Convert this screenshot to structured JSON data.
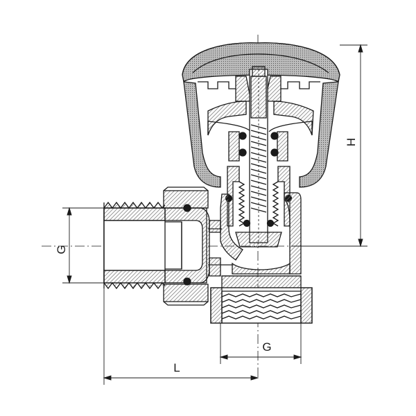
{
  "dimensions": {
    "G_inlet": "G",
    "G_outlet": "G",
    "L": "L",
    "H": "H"
  },
  "colors": {
    "stroke": "#1a1a1a",
    "hatch": "#6e6e6e",
    "background": "#ffffff"
  }
}
